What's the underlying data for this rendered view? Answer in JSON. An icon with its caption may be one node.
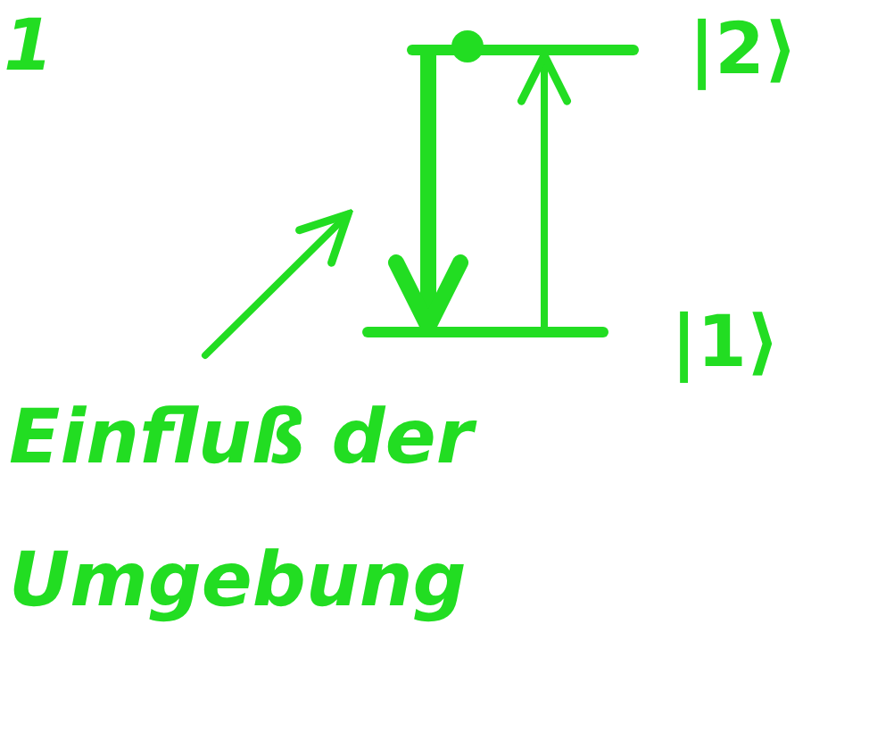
{
  "diagram": {
    "nodes": [
      {
        "text": [],
        "shape": "bar",
        "beside": [
          "|2⟩"
        ]
      },
      {
        "text": [],
        "shape": "bar",
        "beside": [
          "|1⟩"
        ]
      },
      {
        "text": [
          "Einfluß der Umgebung"
        ]
      }
    ],
    "edges": [
      {
        "from": 0,
        "to": 1,
        "arrow": "to",
        "style": "thick"
      },
      {
        "from": 1,
        "to": 0,
        "arrow": "to"
      },
      {
        "from": 2,
        "to": null,
        "arrow": "to"
      }
    ],
    "labels": [
      "1"
    ]
  }
}
